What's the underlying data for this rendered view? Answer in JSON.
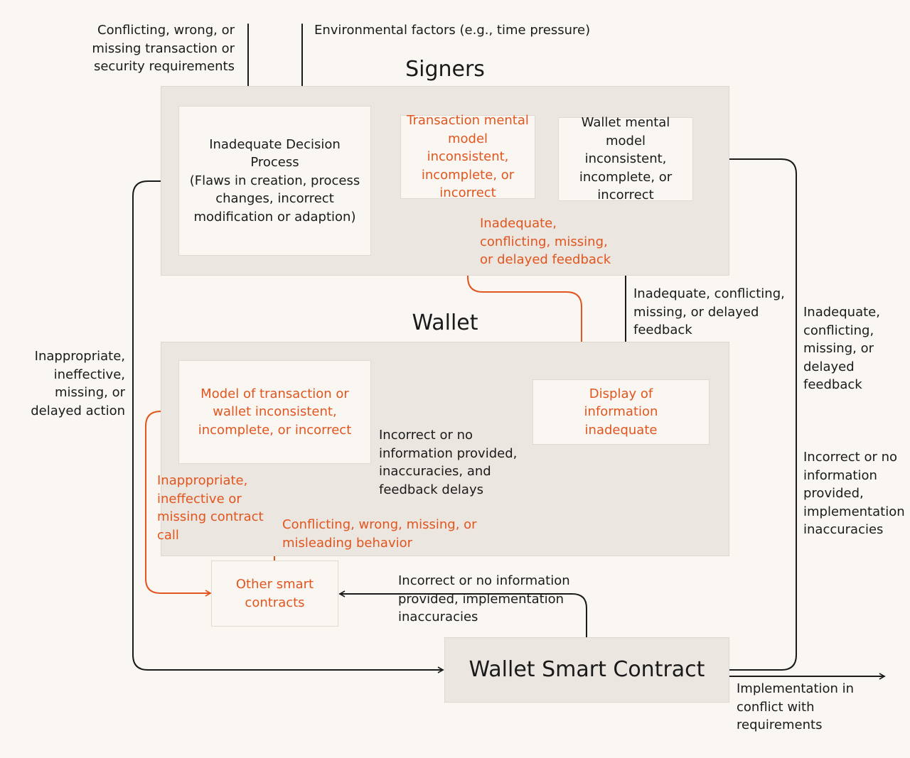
{
  "groups": {
    "signers": {
      "title": "Signers"
    },
    "wallet": {
      "title": "Wallet"
    }
  },
  "boxes": {
    "decision": "Inadequate Decision Process\n(Flaws in creation, process changes, incorrect modification or adaption)",
    "tx_model": "Transaction mental model inconsistent, incomplete, or incorrect",
    "wallet_mental": "Wallet mental model inconsistent, incomplete, or incorrect",
    "model_tx_wallet": "Model of transaction or wallet inconsistent, incomplete, or incorrect",
    "display": "Display of information inadequate",
    "other_contracts": "Other smart contracts",
    "wallet_contract": "Wallet Smart Contract"
  },
  "labels": {
    "conflicting_requirements": "Conflicting, wrong, or missing transaction or security requirements",
    "environmental": "Environmental factors (e.g., time pressure)",
    "feedback_orange": "Inadequate, conflicting, missing, or delayed feedback",
    "feedback_black_mid": "Inadequate, conflicting, missing, or delayed feedback",
    "feedback_right": "Inadequate, conflicting, missing, or delayed feedback",
    "inappropriate_action": "Inappropriate, ineffective, missing, or delayed action",
    "incorrect_info_mid": "Incorrect or no information provided, inaccuracies, and feedback delays",
    "incorrect_info_right": "Incorrect or no information provided, implementation inaccuracies",
    "inappropriate_call": "Inappropriate, ineffective or missing contract call",
    "conflicting_behavior": "Conflicting, wrong, missing, or misleading behavior",
    "incorrect_info_bottom": "Incorrect or no information provided, implementation inaccuracies",
    "implementation_conflict": "Implementation in conflict with requirements"
  },
  "colors": {
    "background": "#faf7f3",
    "group_fill": "#ebe6df",
    "accent_orange": "#e2551e",
    "text": "#1a1a1a"
  }
}
